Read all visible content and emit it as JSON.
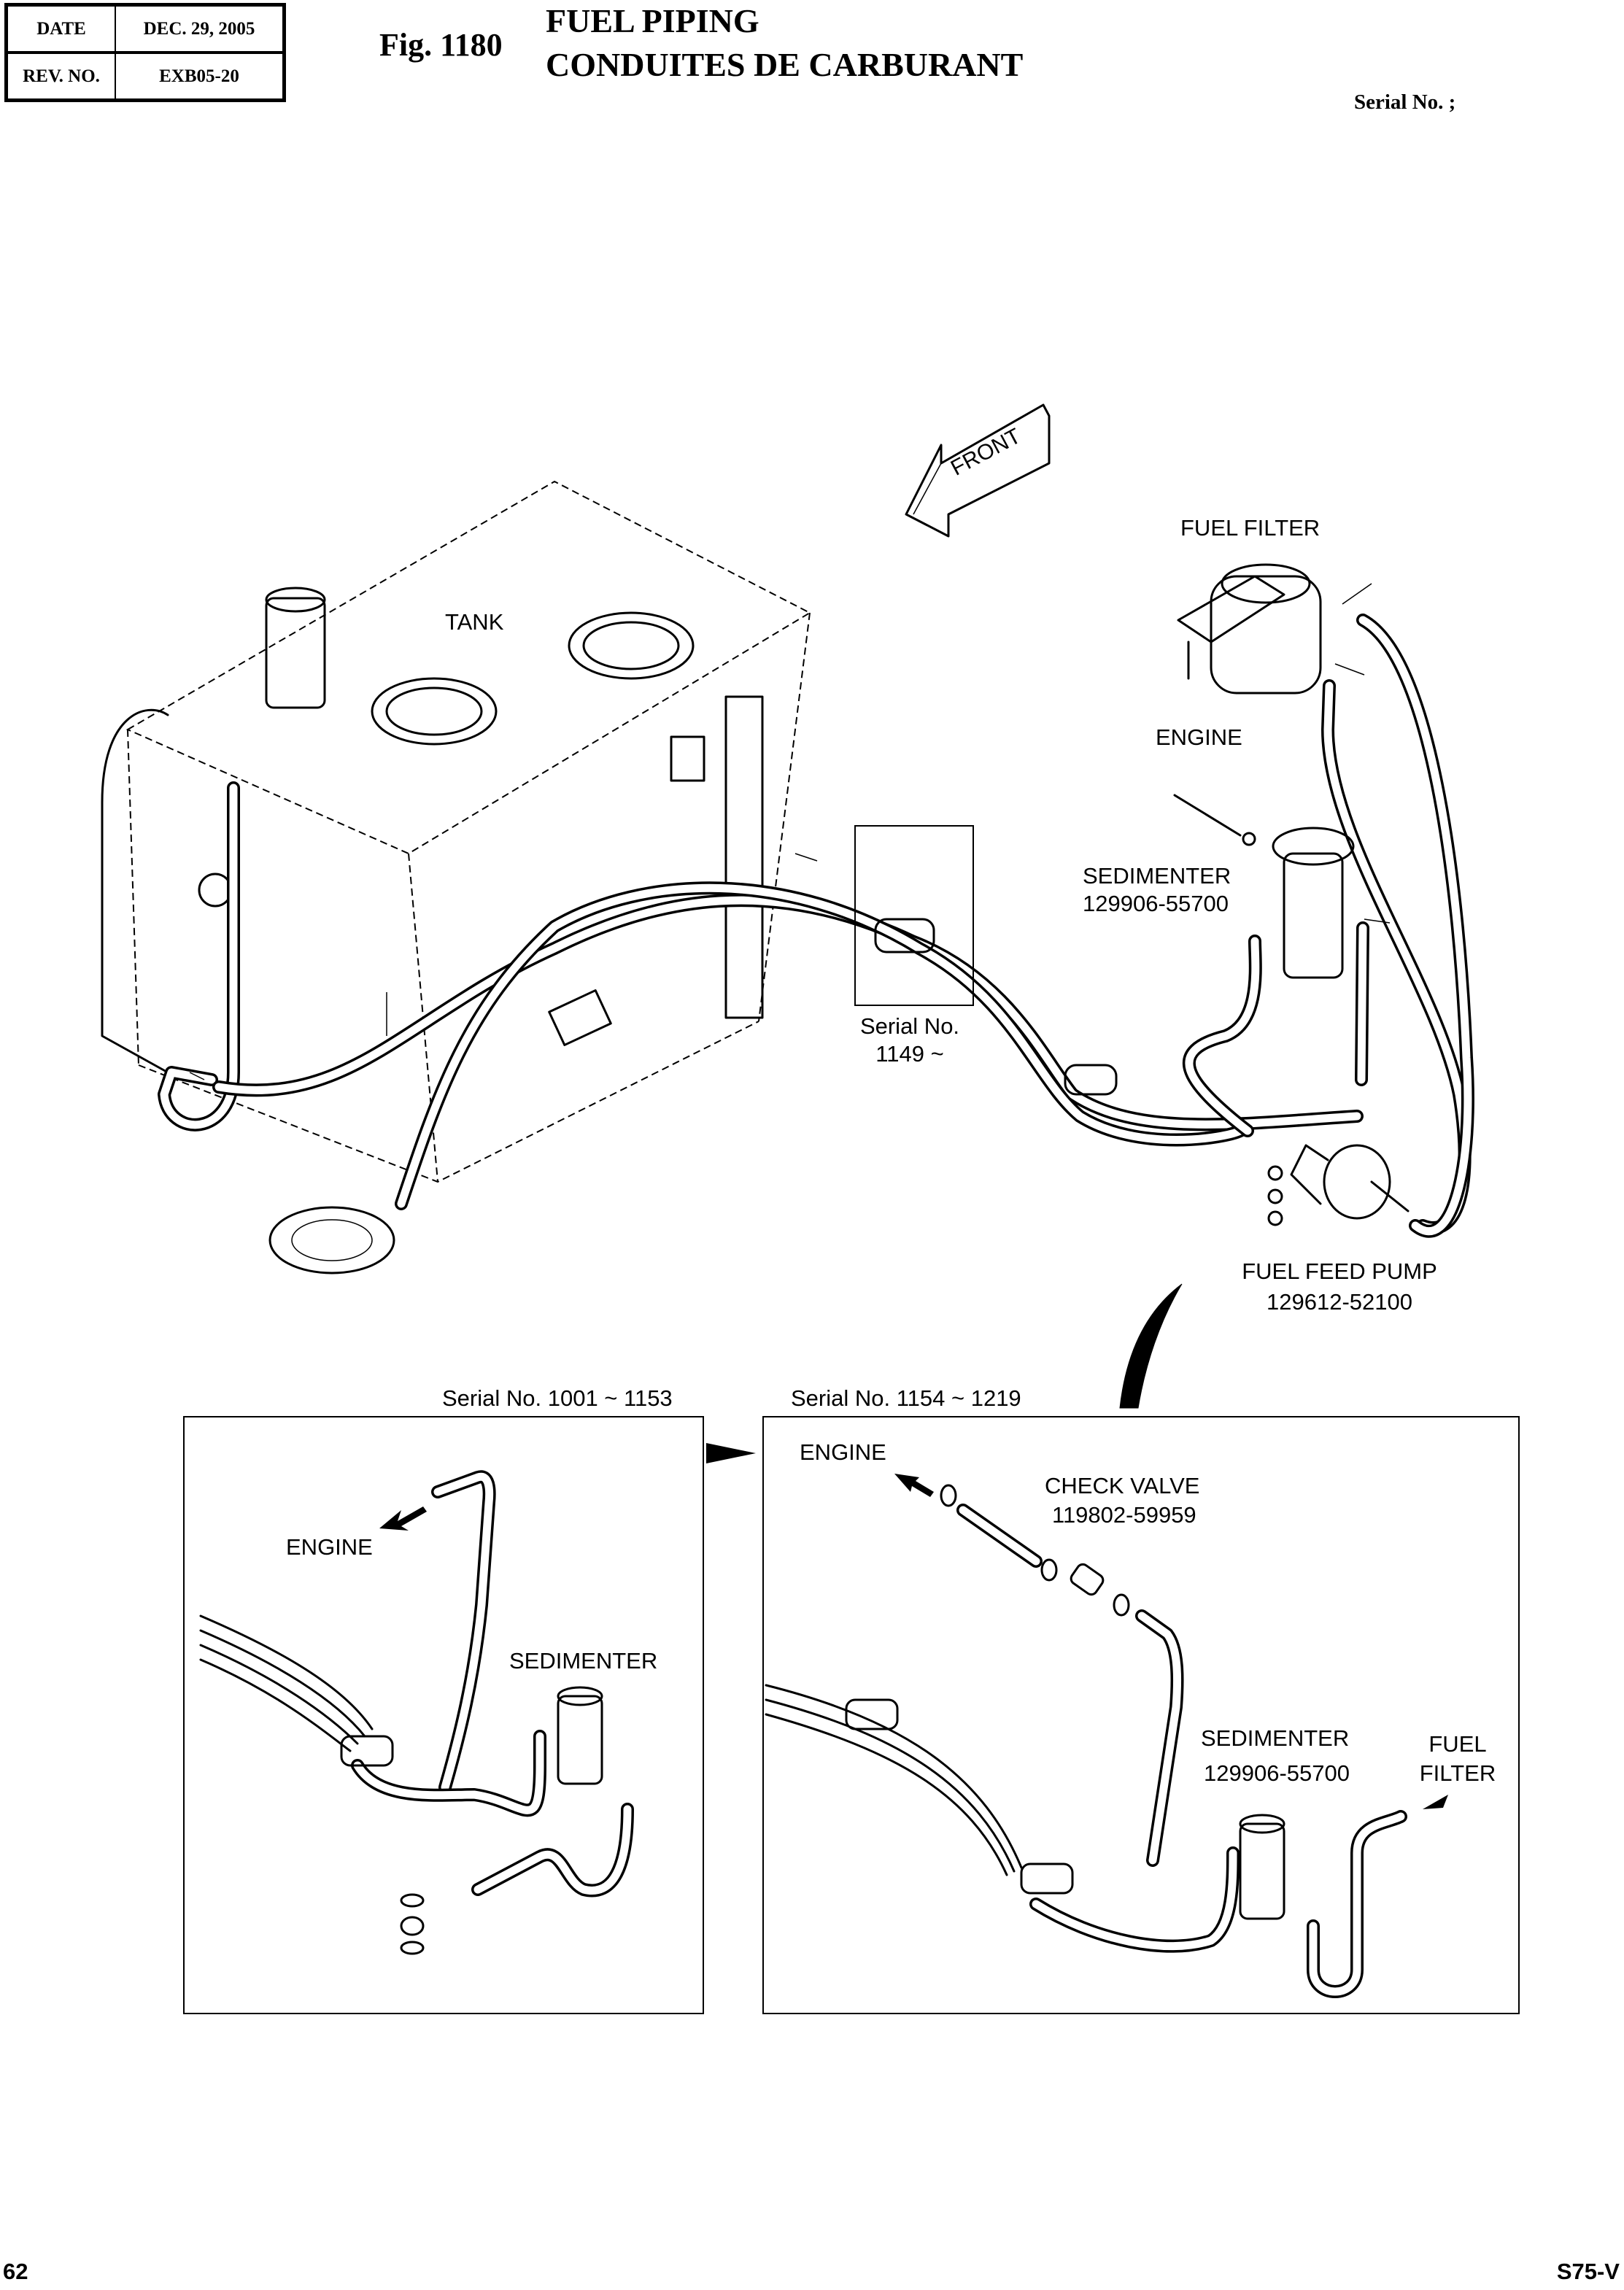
{
  "header": {
    "date_label": "DATE",
    "date_value": "DEC. 29, 2005",
    "rev_label": "REV. NO.",
    "rev_value": "EXB05-20",
    "figure_number": "Fig. 1180",
    "title_en": "FUEL PIPING",
    "title_fr": "CONDUITES DE CARBURANT",
    "serial": "Serial No. ;"
  },
  "main_view": {
    "direction_arrow": "FRONT",
    "labels": {
      "tank": "TANK",
      "fuel_filter": "FUEL FILTER",
      "engine": "ENGINE",
      "sedimenter": "SEDIMENTER",
      "sedimenter_part": "129906-55700",
      "clamp_serial_line1": "Serial No.",
      "clamp_serial_line2": "1149 ~",
      "fuel_feed_pump": "FUEL FEED PUMP",
      "fuel_feed_pump_part": "129612-52100"
    }
  },
  "detail_old": {
    "serial_range": "Serial No. 1001 ~ 1153",
    "engine": "ENGINE",
    "sedimenter": "SEDIMENTER"
  },
  "detail_new": {
    "serial_range": "Serial No. 1154 ~ 1219",
    "engine": "ENGINE",
    "check_valve": "CHECK VALVE",
    "check_valve_part": "119802-59959",
    "sedimenter": "SEDIMENTER",
    "sedimenter_part": "129906-55700",
    "fuel_filter_line1": "FUEL",
    "fuel_filter_line2": "FILTER"
  },
  "footer": {
    "page_number": "62",
    "model": "S75-V"
  }
}
